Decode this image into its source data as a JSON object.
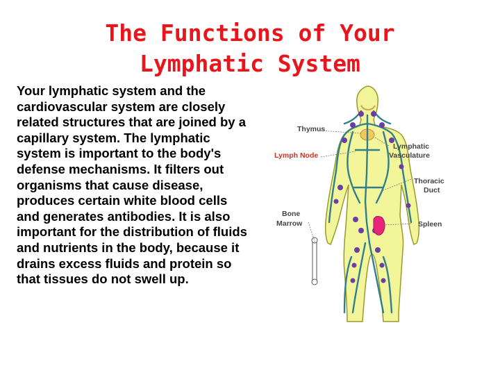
{
  "slide": {
    "title_line1": "The Functions of Your",
    "title_line2": "Lymphatic System",
    "body_lines": [
      "Your  lymphatic system and the",
      "cardiovascular system are closely",
      "related structures that are joined by a",
      "capillary system. The lymphatic",
      "system is important to the body's",
      "defense mechanisms. It filters out",
      "organisms that cause disease,",
      "produces certain white blood cells",
      "and generates antibodies. It is also",
      "important for the distribution of fluids",
      "and nutrients in the body, because it",
      "drains excess fluids and protein so",
      "that tissues do not swell up."
    ]
  },
  "diagram": {
    "labels": {
      "thymus": "Thymus",
      "lymph_node": "Lymph Node",
      "lymphatic_vasculature_1": "Lymphatic",
      "lymphatic_vasculature_2": "Vasculature",
      "thoracic_duct_1": "Thoracic",
      "thoracic_duct_2": "Duct",
      "bone_marrow_1": "Bone",
      "bone_marrow_2": "Marrow",
      "spleen": "Spleen"
    },
    "colors": {
      "body_fill": "#f3f59a",
      "body_outline": "#9a9a2a",
      "vessels": "#2f7f8c",
      "nodes": "#6a3fa0",
      "spleen": "#e8257a",
      "lymph_node_label": "#d0311c"
    }
  }
}
